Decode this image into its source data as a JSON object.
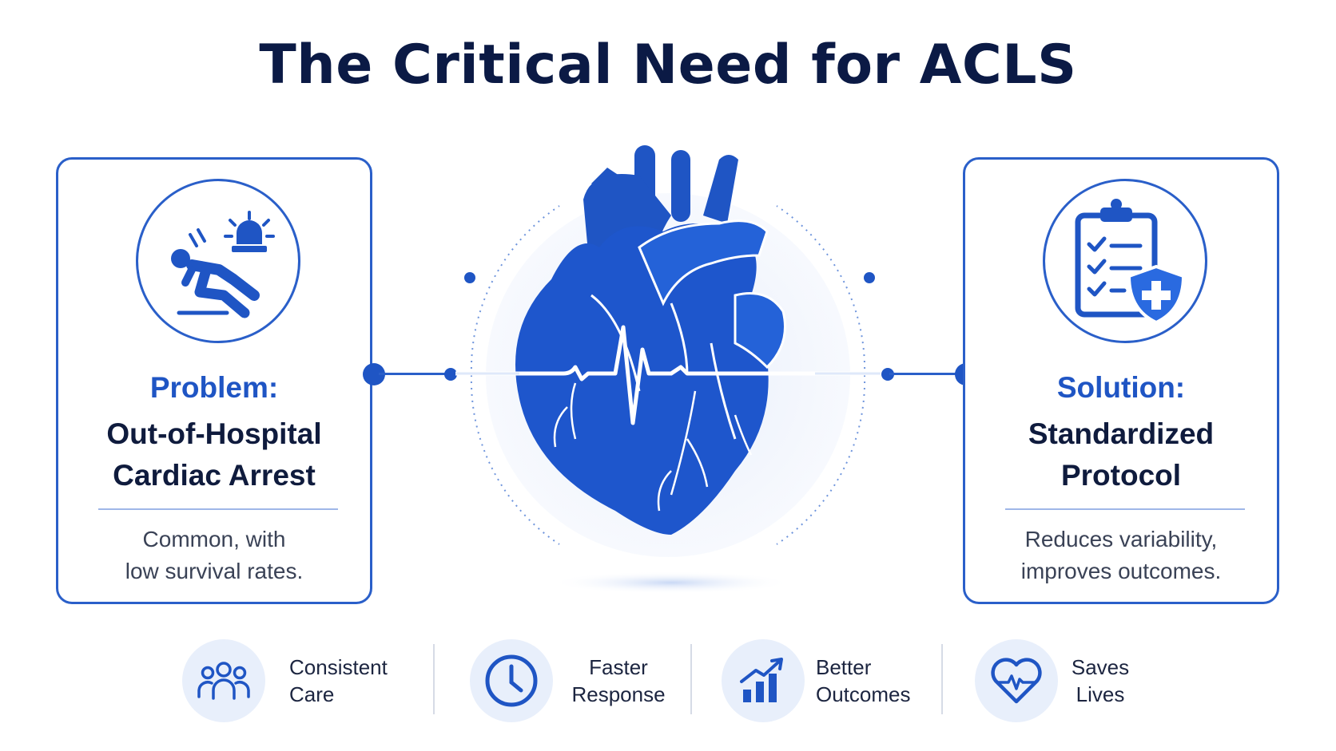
{
  "title": "The Critical Need for ACLS",
  "problem": {
    "label": "Problem:",
    "heading_lines": [
      "Out-of-Hospital",
      "Cardiac Arrest"
    ],
    "desc_lines": [
      "Common, with",
      "low survival rates."
    ],
    "icon": "person-collapse-alarm-icon"
  },
  "solution": {
    "label": "Solution:",
    "heading_lines": [
      "Standardized",
      "Protocol"
    ],
    "desc_lines": [
      "Reduces variability,",
      "improves outcomes."
    ],
    "icon": "clipboard-shield-icon"
  },
  "center_icon": "heart-ecg-icon",
  "features": [
    {
      "lines": [
        "Consistent",
        "Care"
      ],
      "icon": "people-group-icon"
    },
    {
      "lines": [
        "Faster",
        "Response"
      ],
      "icon": "clock-icon"
    },
    {
      "lines": [
        "Better",
        "Outcomes"
      ],
      "icon": "bar-chart-up-icon"
    },
    {
      "lines": [
        "Saves",
        "Lives"
      ],
      "icon": "heart-pulse-icon"
    }
  ],
  "colors": {
    "primary": "#1f55c4",
    "dark_text": "#0f1b3d",
    "light_fill": "#e8effb",
    "border": "#2a5fc9"
  }
}
